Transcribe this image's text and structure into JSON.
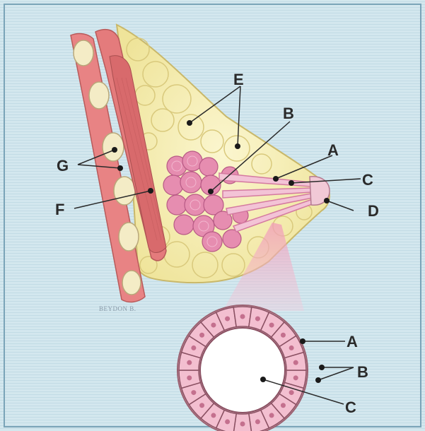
{
  "labels": {
    "A": "A",
    "B": "B",
    "C": "C",
    "D": "D",
    "E": "E",
    "F": "F",
    "G": "G",
    "inset_A": "A",
    "inset_B": "B",
    "inset_C": "C"
  },
  "colors": {
    "background": "#cfe4ec",
    "fat": "#f6efb4",
    "fat_outline": "#c9b86a",
    "muscle": "#e77d7f",
    "gland": "#e78bb0",
    "cell": "#f3bfd0",
    "lumen": "#ffffff"
  },
  "signature": "BEYDON B."
}
